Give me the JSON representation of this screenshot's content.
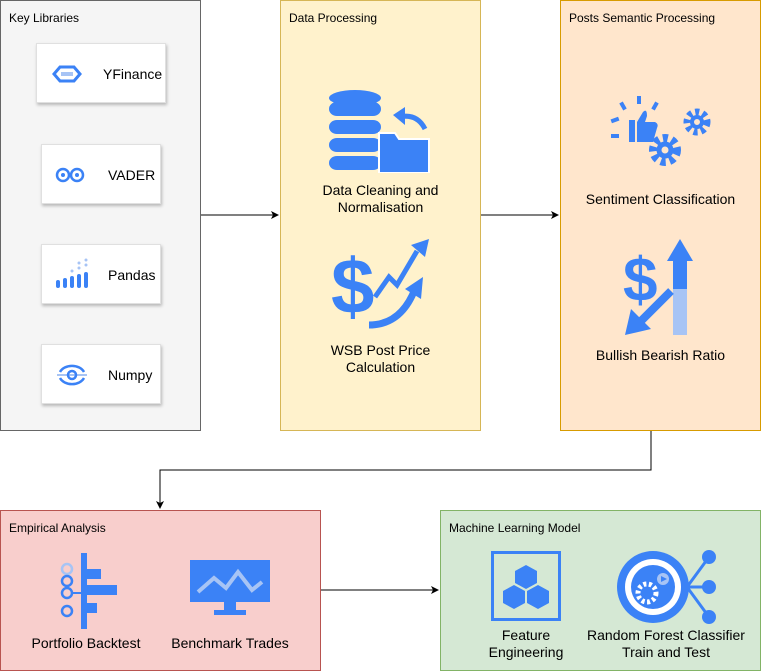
{
  "colors": {
    "icon_blue": "#3b82f6",
    "icon_light": "#a7c4f5",
    "key_libraries_fill": "#f5f5f5",
    "data_processing_fill": "#fff2cc",
    "posts_semantic_fill": "#ffe6cc",
    "empirical_fill": "#f8cecc",
    "ml_fill": "#d5e8d4"
  },
  "key_libraries": {
    "title": "Key Libraries",
    "items": [
      {
        "label": "YFinance",
        "icon": "yfinance-icon"
      },
      {
        "label": "VADER",
        "icon": "vader-icon"
      },
      {
        "label": "Pandas",
        "icon": "pandas-icon"
      },
      {
        "label": "Numpy",
        "icon": "numpy-icon"
      }
    ]
  },
  "data_processing": {
    "title": "Data Processing",
    "nodes": [
      {
        "label_line1": "Data Cleaning and",
        "label_line2": "Normalisation",
        "icon": "database-folder-icon"
      },
      {
        "label_line1": "WSB Post Price",
        "label_line2": "Calculation",
        "icon": "dollar-trend-icon"
      }
    ]
  },
  "posts_semantic": {
    "title": "Posts Semantic Processing",
    "nodes": [
      {
        "label": "Sentiment Classification",
        "icon": "thumbs-up-gears-icon"
      },
      {
        "label": "Bullish Bearish Ratio",
        "icon": "dollar-up-down-icon"
      }
    ]
  },
  "empirical": {
    "title": "Empirical Analysis",
    "nodes": [
      {
        "label": "Portfolio Backtest",
        "icon": "portfolio-icon"
      },
      {
        "label": "Benchmark Trades",
        "icon": "monitor-chart-icon"
      }
    ]
  },
  "ml_model": {
    "title": "Machine Learning Model",
    "nodes": [
      {
        "label_line1": "Feature",
        "label_line2": "Engineering",
        "icon": "cubes-icon"
      },
      {
        "label_line1": "Random Forest Classifier",
        "label_line2": "Train and Test",
        "icon": "ml-gear-network-icon"
      }
    ]
  }
}
